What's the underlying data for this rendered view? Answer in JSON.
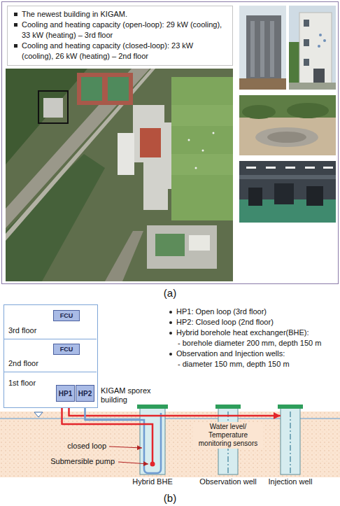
{
  "diagram": {
    "nodes": [
      {
        "text": [
          "The newest building in KIGAM.",
          "Cooling and heating capacity (open-loop): 29 kW (cooling), 33 kW (heating) – 3rd floor",
          "Cooling and heating capacity (closed-loop): 23 kW (cooling), 26 kW (heating) – 2nd floor"
        ]
      },
      {
        "text": [
          "KIGAM sporex building"
        ]
      },
      {
        "text": [
          "3rd floor"
        ],
        "in": 1
      },
      {
        "text": [
          "FCU"
        ],
        "in": 2
      },
      {
        "text": [
          "2nd floor"
        ],
        "in": 1
      },
      {
        "text": [
          "FCU"
        ],
        "in": 4
      },
      {
        "text": [
          "1st floor"
        ],
        "in": 1
      },
      {
        "text": [
          "HP1"
        ],
        "in": 6
      },
      {
        "text": [
          "HP2"
        ],
        "in": 6
      },
      {
        "text": [
          "Hybrid BHE"
        ]
      },
      {
        "text": [
          "Observation well"
        ]
      },
      {
        "text": [
          "Injection well"
        ]
      }
    ],
    "edges": [
      {
        "from": 7,
        "to": 3,
        "arrow": "none"
      },
      {
        "from": 8,
        "to": 5,
        "arrow": "none"
      },
      {
        "from": 9,
        "to": 7,
        "arrow": "none"
      },
      {
        "from": 7,
        "to": 11,
        "arrow": "to"
      },
      {
        "from": 8,
        "to": 9,
        "arrow": "none"
      }
    ],
    "labels": [
      "(a)",
      "HP1: Open loop (3rd floor)",
      "HP2: Closed loop (2nd floor)",
      "Hybrid borehole heat exchanger(BHE):",
      "- borehole diameter 200 mm, depth 150 m",
      "Observation and Injection wells:",
      "- diameter 150 mm, depth 150 m",
      "closed loop",
      "Submersible pump",
      "Water level/ Temperature monitoring sensors",
      "(b)"
    ]
  }
}
